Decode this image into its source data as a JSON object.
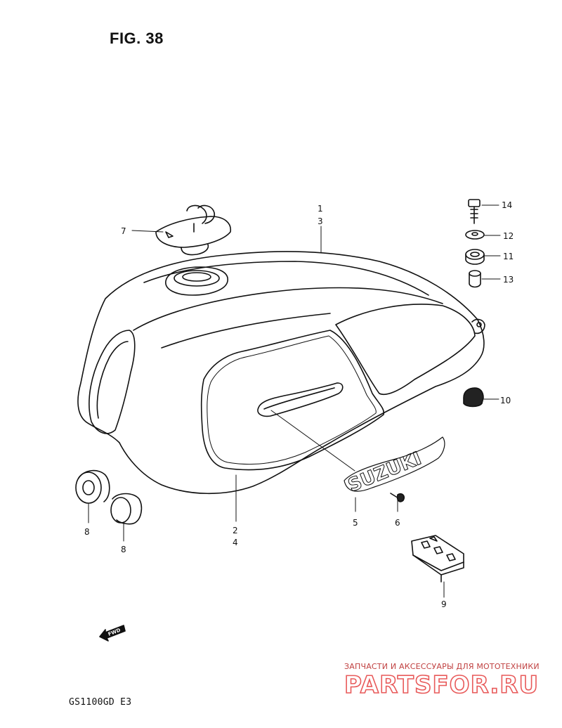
{
  "figure": {
    "title": "FIG. 38"
  },
  "model": "GS1100GD E3",
  "fwd_label": "FWD",
  "emblem_text": "SUZUKI",
  "callouts": {
    "c1": "1",
    "c3": "3",
    "c7": "7",
    "c14": "14",
    "c12": "12",
    "c11": "11",
    "c13": "13",
    "c10": "10",
    "c2": "2",
    "c4": "4",
    "c5": "5",
    "c6": "6",
    "c8a": "8",
    "c8b": "8",
    "c9": "9"
  },
  "watermark": {
    "tagline": "ЗАПЧАСТИ И АКСЕССУАРЫ ДЛЯ МОТОТЕХНИКИ",
    "logo": "PARTSFOR.RU",
    "color": "#e85a5a"
  }
}
